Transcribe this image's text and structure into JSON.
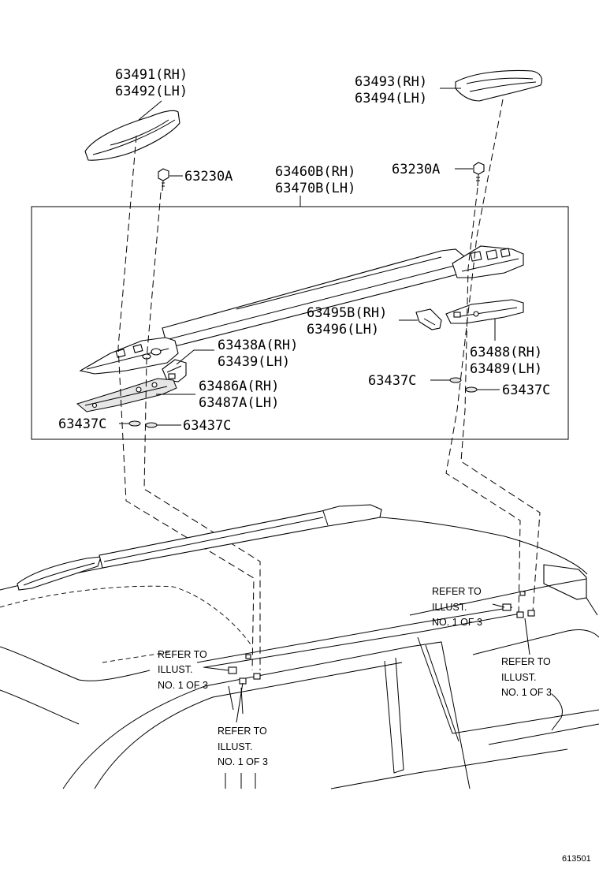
{
  "parts": {
    "end_cover_front_rh": "63491(RH)",
    "end_cover_front_lh": "63492(LH)",
    "end_cover_rear_rh": "63493(RH)",
    "end_cover_rear_lh": "63494(LH)",
    "bolt_left": "63230A",
    "bolt_right": "63230A",
    "rail_rh": "63460B(RH)",
    "rail_lh": "63470B(LH)",
    "cover_center_rh": "63495B(RH)",
    "cover_center_lh": "63496(LH)",
    "support_front_rh": "63438A(RH)",
    "support_front_lh": "63439(LH)",
    "support_rear_rh": "63488(RH)",
    "support_rear_lh": "63489(LH)",
    "pad_rh": "63486A(RH)",
    "pad_lh": "63487A(LH)",
    "washer_rear_upper": "63437C",
    "washer_rear_lower": "63437C",
    "washer_front_left": "63437C",
    "washer_front_right": "63437C"
  },
  "references": {
    "ref_upper_right": [
      "REFER TO",
      "ILLUST.",
      "NO. 1 OF 3"
    ],
    "ref_center_left": [
      "REFER TO",
      "ILLUST.",
      "NO. 1 OF 3"
    ],
    "ref_right_lower": [
      "REFER TO",
      "ILLUST.",
      "NO. 1 OF 3"
    ],
    "ref_bottom": [
      "REFER TO",
      "ILLUST.",
      "NO. 1 OF 3"
    ]
  },
  "figure_number": "613501"
}
